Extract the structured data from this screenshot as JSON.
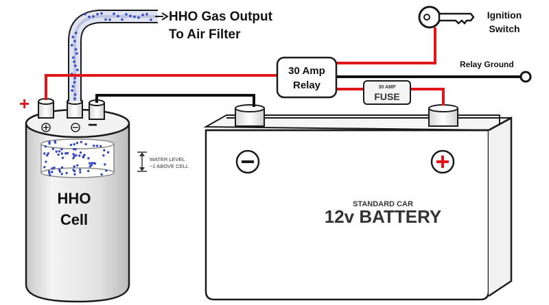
{
  "labels": {
    "gas_output_line1": "HHO Gas Output",
    "gas_output_line2": "To Air Filter",
    "ignition_line1": "Ignition",
    "ignition_line2": "Switch",
    "relay_ground": "Relay Ground",
    "relay_line1": "30 Amp",
    "relay_line2": "Relay",
    "fuse_top": "30 AMP",
    "fuse_main": "FUSE",
    "water_level_line1": "WATER LEVEL",
    "water_level_line2": "~1 ABOVE CELL",
    "cell_line1": "HHO",
    "cell_line2": "Cell",
    "battery_small": "STANDARD CAR",
    "battery_main": "12v BATTERY",
    "plus_sign": "+",
    "minus_sign": "−",
    "terminal_plus": "+",
    "terminal_minus": "−"
  },
  "colors": {
    "wire_red": "#e0161b",
    "wire_black": "#111111",
    "outline": "#1a1a1a",
    "hose_blue": "#2a3cae",
    "bubble_blue": "#3346c2",
    "cell_gray": "#d9d9d9"
  }
}
